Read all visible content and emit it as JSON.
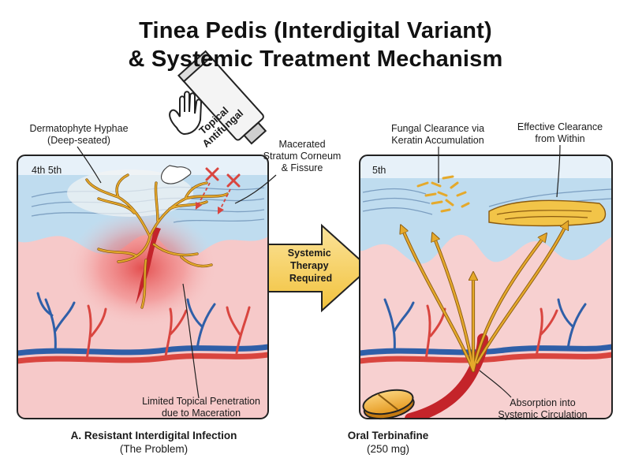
{
  "title": {
    "line1": "Tinea Pedis (Interdigital Variant)",
    "line2": "& Systemic Treatment Mechanism"
  },
  "left_panel": {
    "digits": "4th 5th",
    "hyphae_label": [
      "Dermatophyte Hyphae",
      "(Deep-seated)"
    ],
    "tube_text": [
      "Topical",
      "Antifungal"
    ],
    "macerated_label": [
      "Macerated",
      "Stratum Corneum",
      "& Fissure"
    ],
    "penetration_label": [
      "Limited Topical Penetration",
      "due to Maceration"
    ],
    "caption_title": "A. Resistant Interdigital Infection",
    "caption_sub": "(The Problem)"
  },
  "center_arrow": {
    "text": [
      "Systemic",
      "Therapy",
      "Required"
    ]
  },
  "right_panel": {
    "digit": "5th",
    "clearance_label": [
      "Fungal Clearance via",
      "Keratin Accumulation"
    ],
    "effective_label": [
      "Effective Clearance",
      "from Within"
    ],
    "absorption_label": [
      "Absorption into",
      "Systemic Circulation"
    ],
    "pill_title": "Oral Terbinafine",
    "pill_dose": "(250 mg)"
  },
  "colors": {
    "hyphae": "#e5a92b",
    "blood_red": "#d9453f",
    "blood_blue": "#2f5fa8",
    "stratum": "#b7d4ea",
    "dermis": "#f6c6c6",
    "arrow_yellow": "#f7d35a"
  }
}
